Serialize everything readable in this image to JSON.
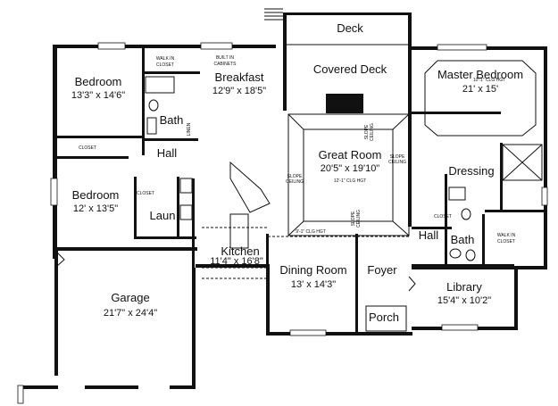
{
  "rooms": {
    "deck": {
      "name": "Deck"
    },
    "covered_deck": {
      "name": "Covered Deck"
    },
    "master_bedroom": {
      "name": "Master Bedroom",
      "dim": "21' x 15'"
    },
    "bedroom_1": {
      "name": "Bedroom",
      "dim": "13'3\" x 14'6\""
    },
    "breakfast": {
      "name": "Breakfast",
      "dim": "12'9\" x 18'5\""
    },
    "great_room": {
      "name": "Great Room",
      "dim": "20'5\" x 19'10\""
    },
    "bedroom_2": {
      "name": "Bedroom",
      "dim": "12' x 13'5\""
    },
    "hall_1": {
      "name": "Hall"
    },
    "bath_1": {
      "name": "Bath"
    },
    "laun": {
      "name": "Laun"
    },
    "kitchen": {
      "name": "Kitchen",
      "dim": "11'4\" x 16'8\""
    },
    "dressing": {
      "name": "Dressing"
    },
    "hall_2": {
      "name": "Hall"
    },
    "bath_2": {
      "name": "Bath"
    },
    "dining_room": {
      "name": "Dining Room",
      "dim": "13' x 14'3\""
    },
    "foyer": {
      "name": "Foyer"
    },
    "library": {
      "name": "Library",
      "dim": "15'4\" x 10'2\""
    },
    "garage": {
      "name": "Garage",
      "dim": "21'7\" x 24'4\""
    },
    "porch": {
      "name": "Porch"
    }
  },
  "notes": {
    "walk_in_closet_1": [
      "WALK IN",
      "CLOSET"
    ],
    "built_in_cabinets": [
      "BUILT IN",
      "CABINETS"
    ],
    "closet_1": "CLOSET",
    "closet_2": "CLOSET",
    "closet_3": "CLOSET",
    "linen": "LINEN",
    "walk_in_closet_2": [
      "WALK IN",
      "CLOSET"
    ],
    "slope_ceiling_top": [
      "SLOPE",
      "CEILING"
    ],
    "slope_ceiling_right": [
      "SLOPE",
      "CEILING"
    ],
    "slope_ceiling_left": [
      "SLOPE",
      "CEILING"
    ],
    "slope_ceiling_bottom": [
      "SLOPE",
      "CEILING"
    ],
    "great_clg": "12'-1\" CLG HGT",
    "master_clg": "10'-1\" CLG HGT",
    "kitchen_clg": "9'-1\" CLG HGT"
  }
}
